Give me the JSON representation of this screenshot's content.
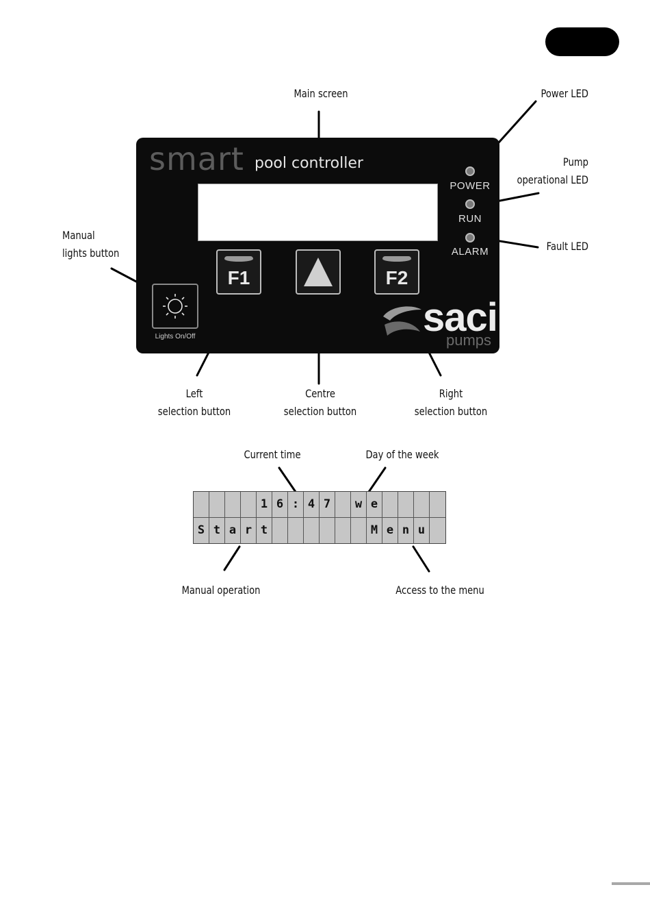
{
  "callouts": {
    "main_screen": "Main screen",
    "power_led": "Power LED",
    "pump_led_line1": "Pump",
    "pump_led_line2": "operational LED",
    "fault_led": "Fault LED",
    "manual_lights_line1": "Manual",
    "manual_lights_line2": "lights button",
    "left_line1": "Left",
    "left_line2": "selection button",
    "centre_line1": "Centre",
    "centre_line2": "selection button",
    "right_line1": "Right",
    "right_line2": "selection button",
    "current_time": "Current time",
    "day_of_week": "Day of the week",
    "manual_operation": "Manual operation",
    "access_menu": "Access to the menu"
  },
  "panel": {
    "brand_smart": "smart",
    "brand_pool": "pool controller",
    "leds": [
      "POWER",
      "RUN",
      "ALARM"
    ],
    "f1_label": "F1",
    "f2_label": "F2",
    "centre_symbol": "▲",
    "lights_label": "Lights On/Off",
    "logo_saci": "saci",
    "logo_pumps": "pumps"
  },
  "lcd": {
    "row1": [
      "",
      "",
      "",
      "",
      "1",
      "6",
      ":",
      "4",
      "7",
      "",
      "w",
      "e",
      "",
      "",
      "",
      ""
    ],
    "row2": [
      "S",
      "t",
      "a",
      "r",
      "t",
      "",
      "",
      "",
      "",
      "",
      "",
      "M",
      "e",
      "n",
      "u",
      ""
    ]
  },
  "colors": {
    "panel": "#0c0c0c",
    "lcd_bg": "#c6c6c6",
    "led": "#7a7a7a"
  }
}
